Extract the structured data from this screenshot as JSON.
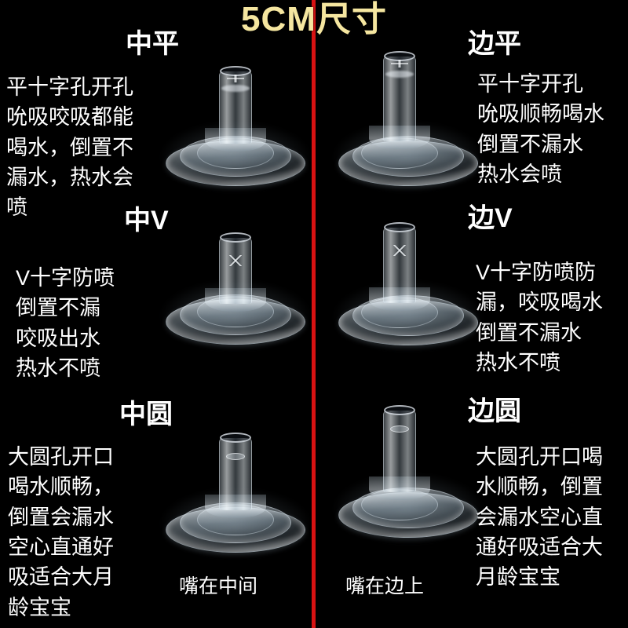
{
  "title": "5CM尺寸",
  "divider_color": "#d81212",
  "title_color": "#f5e6a0",
  "text_color": "#ffffff",
  "background_color": "#000000",
  "sections": [
    {
      "id": "zhong-ping",
      "label": "中平",
      "description": "平十字孔开孔\n吮吸咬吸都能\n喝水，倒置不\n漏水，热水会\n喷",
      "spout_type": "flat-cross",
      "position": "left"
    },
    {
      "id": "bian-ping",
      "label": "边平",
      "description": "平十字开孔\n吮吸顺畅喝水\n倒置不漏水\n热水会喷",
      "spout_type": "flat-cross",
      "position": "right"
    },
    {
      "id": "zhong-v",
      "label": "中V",
      "description": "V十字防喷\n倒置不漏\n咬吸出水\n热水不喷",
      "spout_type": "v-cut",
      "position": "left"
    },
    {
      "id": "bian-v",
      "label": "边V",
      "description": "V十字防喷防\n漏，咬吸喝水\n倒置不漏水\n热水不喷",
      "spout_type": "v-cut",
      "position": "right"
    },
    {
      "id": "zhong-yuan",
      "label": "中圆",
      "description": "大圆孔开口\n喝水顺畅，\n倒置会漏水\n空心直通好\n吸适合大月\n龄宝宝",
      "spout_type": "round-open",
      "position": "left"
    },
    {
      "id": "bian-yuan",
      "label": "边圆",
      "description": "大圆孔开口喝\n水顺畅，倒置\n会漏水空心直\n通好吸适合大\n月龄宝宝",
      "spout_type": "round-open",
      "position": "right"
    }
  ],
  "captions": {
    "left": "嘴在中间",
    "right": "嘴在边上"
  }
}
